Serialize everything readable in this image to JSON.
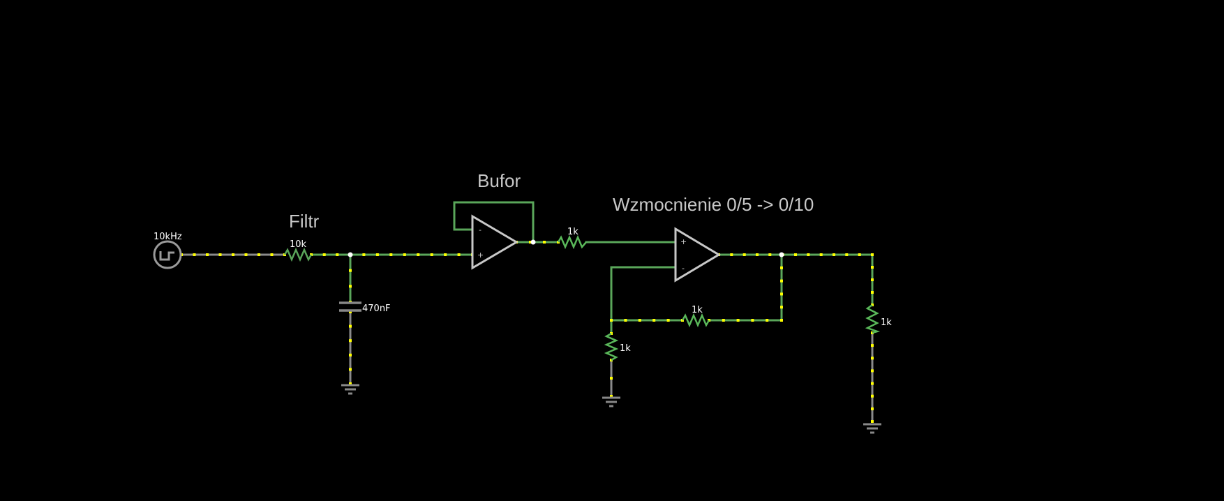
{
  "titles": {
    "filter": "Filtr",
    "buffer": "Bufor",
    "gain": "Wzmocnienie 0/5 -> 0/10"
  },
  "components": {
    "source": {
      "label": "10kHz",
      "icon": "square-wave-source-icon"
    },
    "r_filter": {
      "label": "10k"
    },
    "c_filter": {
      "label": "470nF"
    },
    "r_series": {
      "label": "1k"
    },
    "r_feedback": {
      "label": "1k"
    },
    "r_ground": {
      "label": "1k"
    },
    "r_load": {
      "label": "1k"
    }
  },
  "opamp_pins": {
    "minus": "-",
    "plus": "+"
  },
  "colors": {
    "background": "#000000",
    "wire_active": "#5aa65a",
    "wire_idle": "#888888",
    "current_dot": "#ffff00",
    "component": "#cccccc",
    "resistor_active": "#5ab85a",
    "title_text": "#c8c8c8"
  }
}
